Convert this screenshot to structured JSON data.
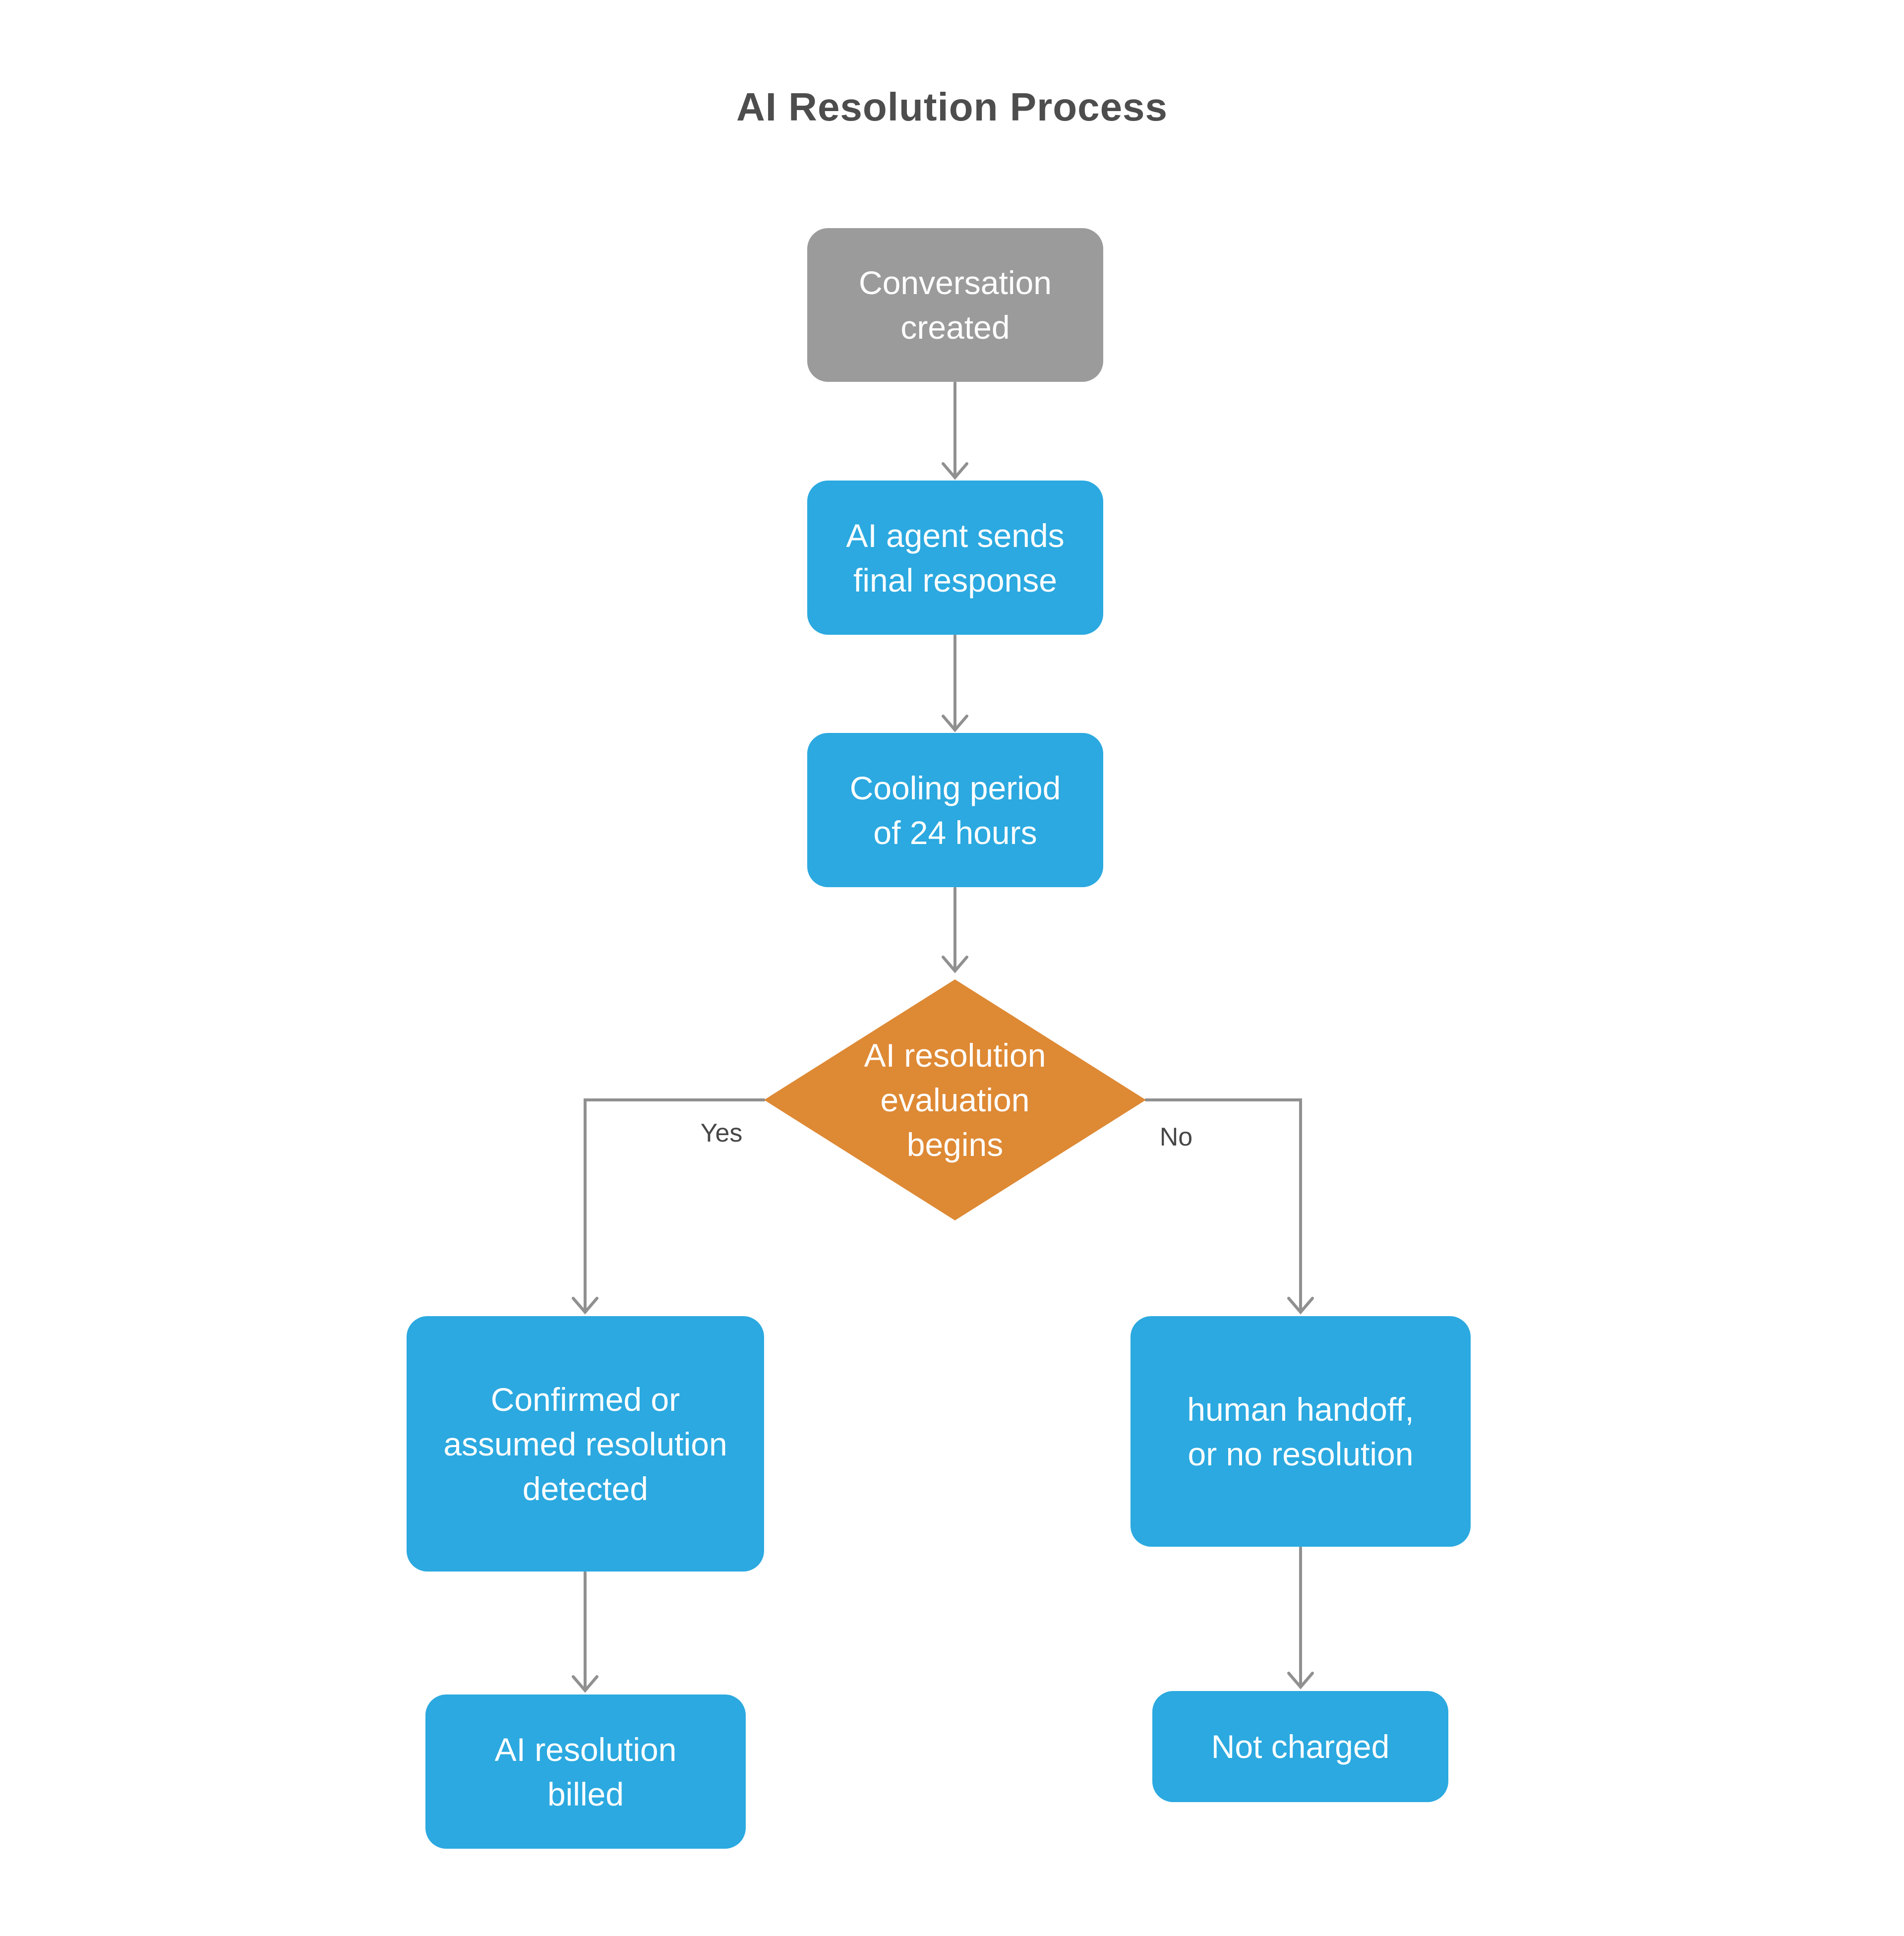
{
  "title": "AI Resolution Process",
  "colors": {
    "blue": "#2BA9E0",
    "gray_node": "#9B9B9B",
    "orange": "#DE8934",
    "connector": "#909090",
    "title_text": "#4D4D4D",
    "edge_label_text": "#474747",
    "node_text": "#FFFFFF"
  },
  "nodes": {
    "conversation_created": {
      "label": "Conversation\ncreated"
    },
    "agent_final_response": {
      "label": "AI agent sends\nfinal response"
    },
    "cooling_period": {
      "label": "Cooling period\nof 24 hours"
    },
    "evaluation_begins": {
      "label": "AI resolution\nevaluation\nbegins"
    },
    "confirmed_resolution": {
      "label": "Confirmed or\nassumed resolution\ndetected"
    },
    "human_handoff": {
      "label": "human handoff,\nor no resolution"
    },
    "resolution_billed": {
      "label": "AI resolution\nbilled"
    },
    "not_charged": {
      "label": "Not charged"
    }
  },
  "edge_labels": {
    "yes": "Yes",
    "no": "No"
  }
}
